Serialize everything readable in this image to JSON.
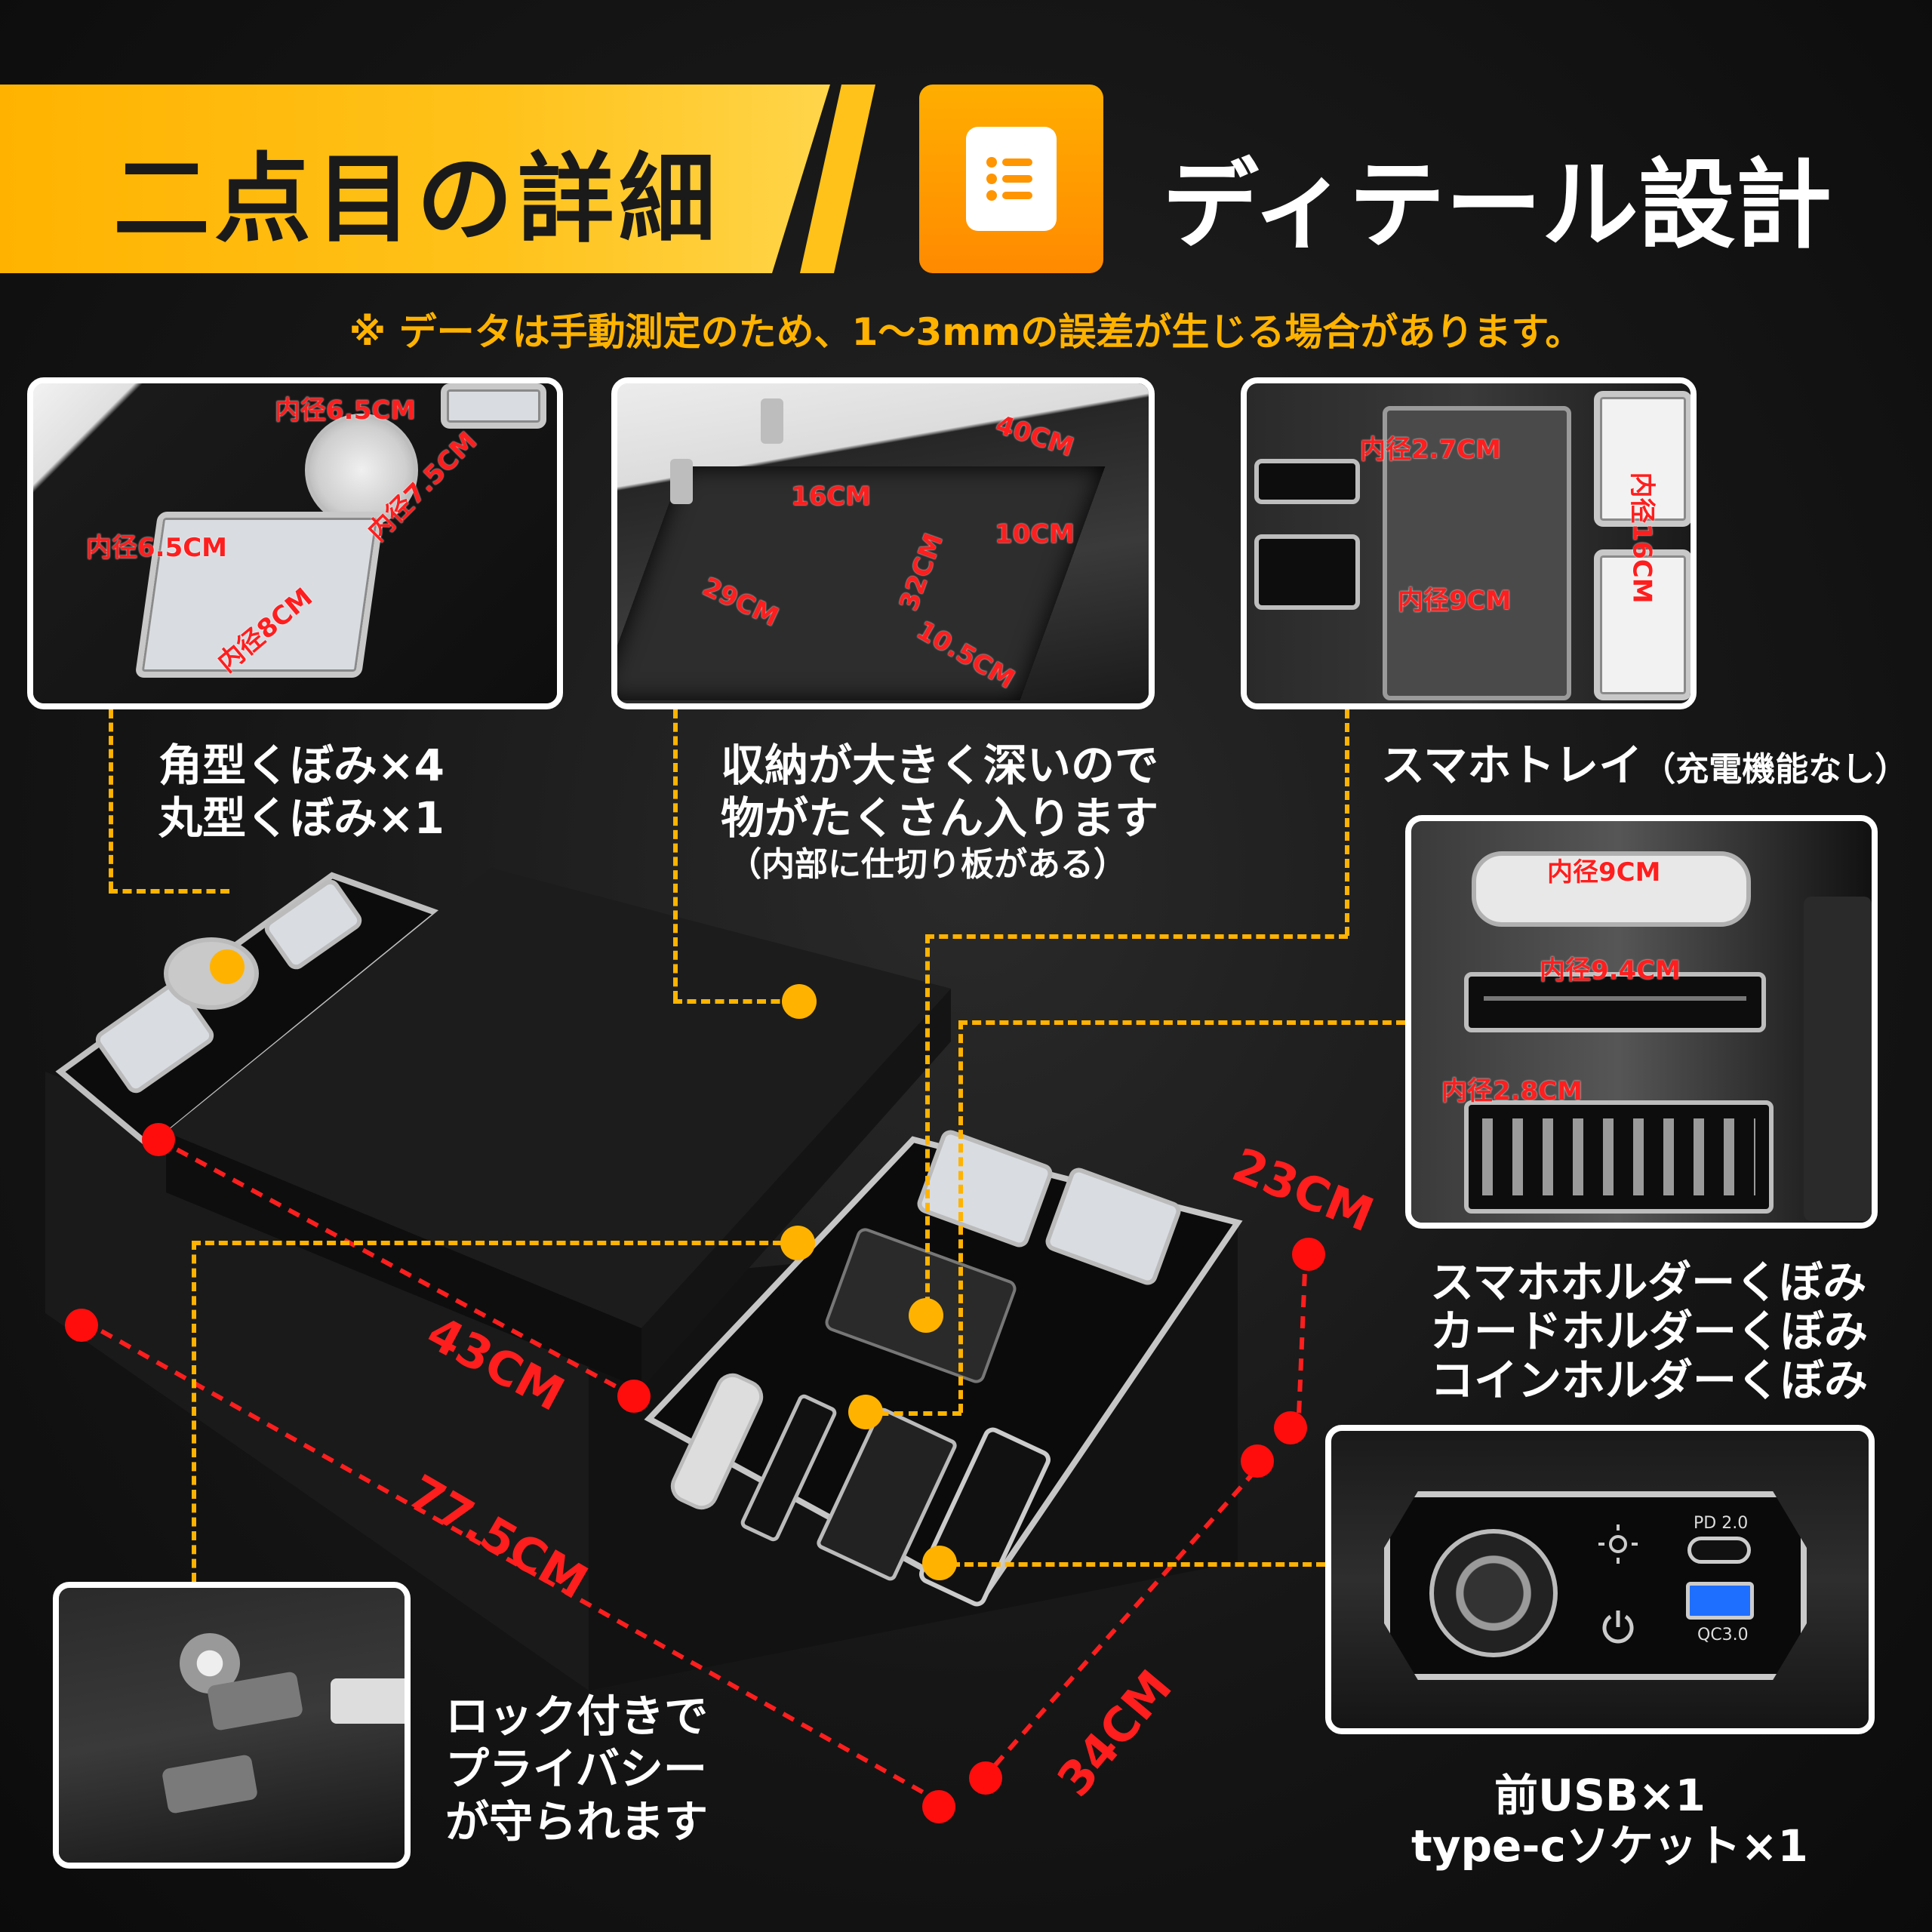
{
  "header": {
    "banner_title": "二点目の詳細",
    "design_title": "ディテール設計",
    "note": "※ データは手動測定のため、1〜3mmの誤差が生じる場合があります。"
  },
  "icons": {
    "menu": "list-icon"
  },
  "colors": {
    "accent": "#ffb300",
    "measure": "#ff1e1e",
    "background": "#161616"
  },
  "panel_cupholder": {
    "dims": {
      "a": "内径6.5CM",
      "b": "内径7.5CM",
      "c": "内径6.5CM",
      "d": "内径8CM"
    },
    "caption_1": "角型くぼみ×4",
    "caption_2": "丸型くぼみ×1"
  },
  "panel_storage": {
    "dims": {
      "a": "40CM",
      "b": "16CM",
      "c": "10CM",
      "d": "32CM",
      "e": "29CM",
      "f": "10.5CM"
    },
    "caption_1": "収納が大きく深いので",
    "caption_2": "物がたくさん入ります",
    "caption_3": "（内部に仕切り板がある）"
  },
  "panel_tray": {
    "dims": {
      "a": "内径2.7CM",
      "b": "内径16CM",
      "c": "内径9CM"
    },
    "caption": "スマホトレイ",
    "caption_note": "（充電機能なし）"
  },
  "panel_holders": {
    "dims": {
      "a": "内径9CM",
      "b": "内径9.4CM",
      "c": "内径2.8CM"
    },
    "caption_1": "スマホホルダーくぼみ",
    "caption_2": "カードホルダーくぼみ",
    "caption_3": "コインホルダーくぼみ"
  },
  "panel_usb": {
    "labels": {
      "pd": "PD 2.0",
      "qc": "QC3.0"
    },
    "caption_1": "前USB×1",
    "caption_2": "type-cソケット×1"
  },
  "panel_lock": {
    "caption_1": "ロック付きで",
    "caption_2": "プライバシー",
    "caption_3": "が守られます"
  },
  "product": {
    "dims": {
      "width": "43CM",
      "length": "77.5CM",
      "depth": "34CM",
      "height": "23CM"
    }
  }
}
